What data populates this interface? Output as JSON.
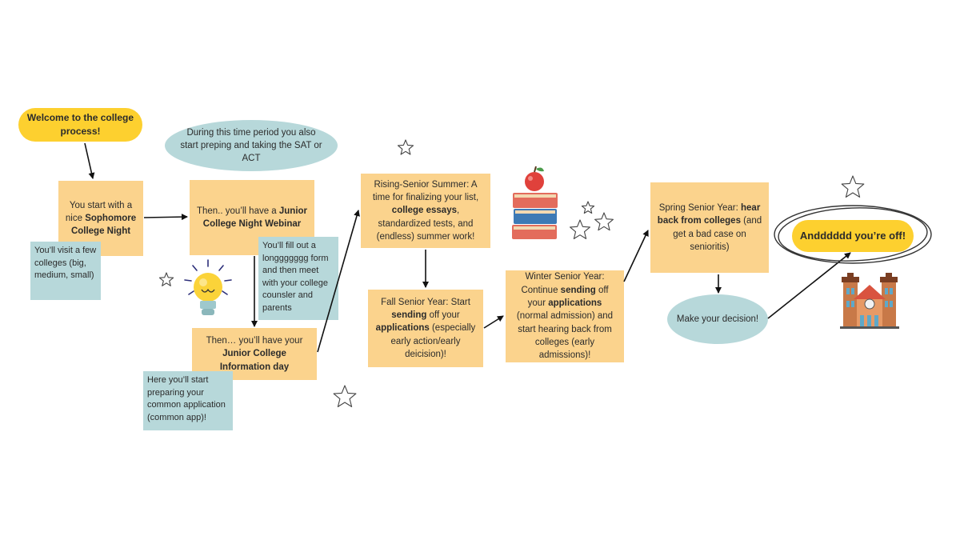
{
  "start": {
    "text": "Welcome to the college process!"
  },
  "sophomore": {
    "pre": "You start with a nice ",
    "bold": "Sophomore College Night",
    "post": ""
  },
  "sophomore_note": {
    "text": "You’ll  visit a few colleges (big, medium, small)"
  },
  "junior_webinar": {
    "pre": "Then.. you’ll have a ",
    "bold": "Junior College Night Webinar",
    "post": ""
  },
  "test_note": {
    "text": "During this time period you also start preping and taking the SAT or ACT"
  },
  "webinar_note": {
    "text": "You’ll fill out a longgggggg form and then meet with your college counsler and parents"
  },
  "junior_info": {
    "pre": "Then… you’ll have your ",
    "bold": "Junior College Information day",
    "post": ""
  },
  "info_note": {
    "text": "Here you’ll start preparing your common application (common app)!"
  },
  "summer": {
    "pre": "Rising-Senior Summer: A time for finalizing your list, ",
    "bold": "college essays",
    "post": ", standardized tests, and (endless) summer work!"
  },
  "fall": {
    "pre": "Fall Senior Year: Start ",
    "bold1": "sending",
    "mid": " off your ",
    "bold2": "applications",
    "post": " (especially early action/early deicision)!"
  },
  "winter": {
    "pre": "Winter Senior Year: Continue ",
    "bold1": "sending",
    "mid": " off your ",
    "bold2": "applications",
    "post": " (normal admission) and start hearing back from colleges (early admissions)!"
  },
  "spring": {
    "pre": "Spring Senior Year: ",
    "bold": "hear back from colleges",
    "post": " (and get a bad case on senioritis)"
  },
  "decision": {
    "text": "Make your decision!"
  },
  "end": {
    "text": "Andddddd you’re off!"
  },
  "icons": [
    "lightbulb-icon",
    "books-apple-icon",
    "college-building-icon",
    "star-icon"
  ],
  "colors": {
    "orange": "#fbd38d",
    "blue": "#b7d8da",
    "yellow": "#fdd02f"
  }
}
